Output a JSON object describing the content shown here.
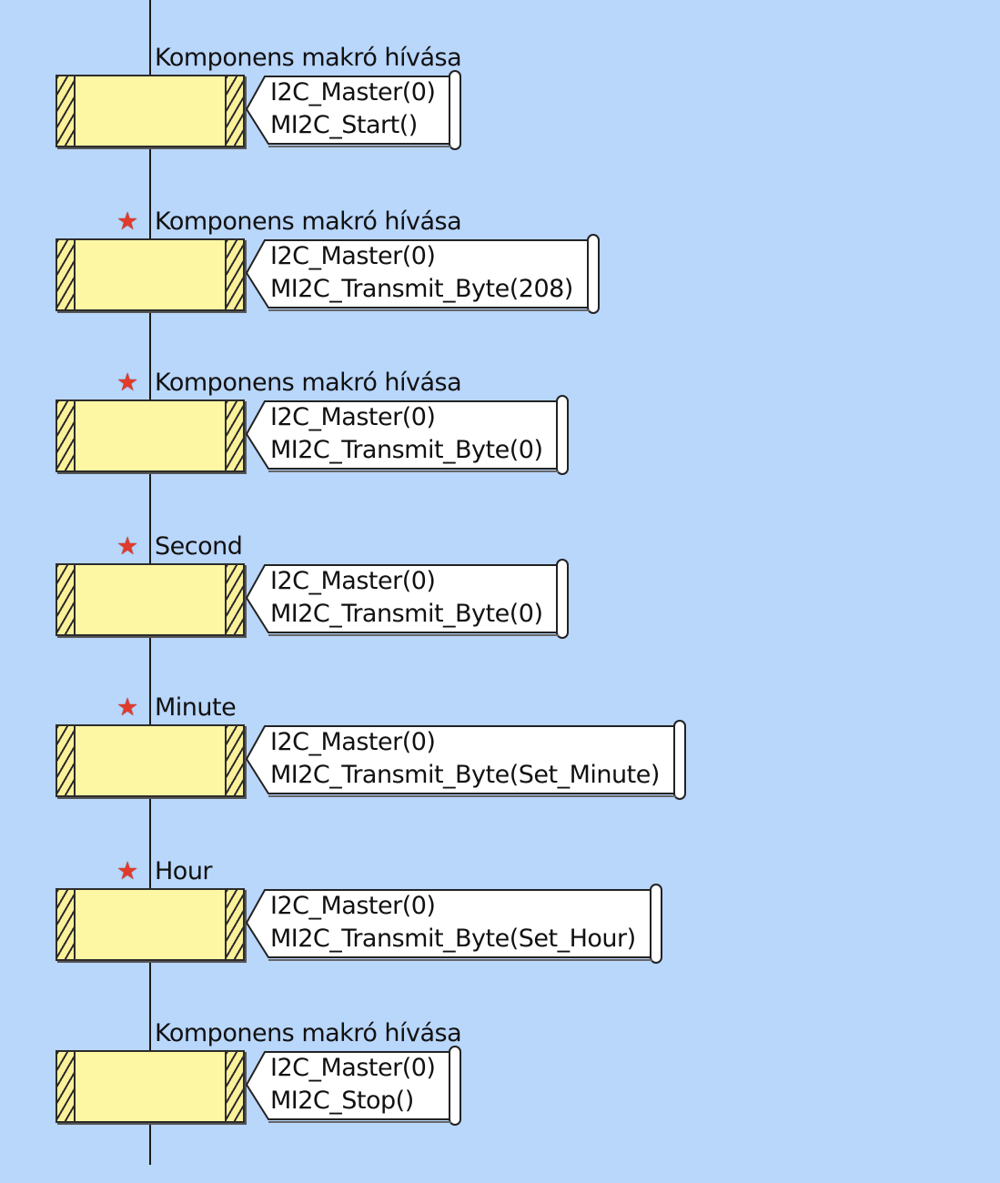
{
  "flowchart": {
    "steps": [
      {
        "label": "Komponens makró hívása",
        "starred": false,
        "component": "I2C_Master(0)",
        "macro_call": "MI2C_Start()"
      },
      {
        "label": "Komponens makró hívása",
        "starred": true,
        "component": "I2C_Master(0)",
        "macro_call": "MI2C_Transmit_Byte(208)"
      },
      {
        "label": "Komponens makró hívása",
        "starred": true,
        "component": "I2C_Master(0)",
        "macro_call": "MI2C_Transmit_Byte(0)"
      },
      {
        "label": "Second",
        "starred": true,
        "component": "I2C_Master(0)",
        "macro_call": "MI2C_Transmit_Byte(0)"
      },
      {
        "label": "Minute",
        "starred": true,
        "component": "I2C_Master(0)",
        "macro_call": "MI2C_Transmit_Byte(Set_Minute)"
      },
      {
        "label": "Hour",
        "starred": true,
        "component": "I2C_Master(0)",
        "macro_call": "MI2C_Transmit_Byte(Set_Hour)"
      },
      {
        "label": "Komponens makró hívása",
        "starred": false,
        "component": "I2C_Master(0)",
        "macro_call": "MI2C_Stop()"
      }
    ],
    "star_glyph": "★",
    "colors": {
      "background": "#b9d6fb",
      "block_fill": "#fdf7a4",
      "star": "#e03a2c"
    }
  }
}
